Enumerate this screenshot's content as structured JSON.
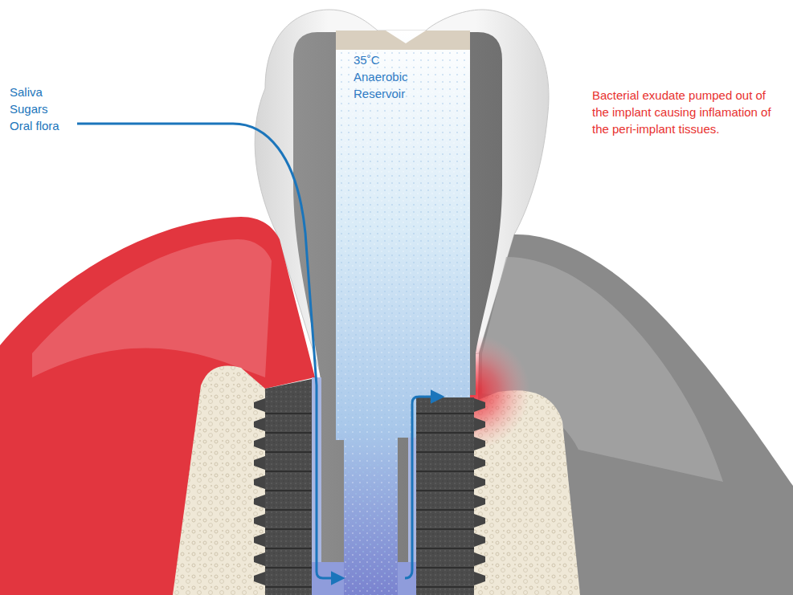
{
  "diagram": {
    "labels": [
      "35˚C Anaerobic Reservoir",
      "Saliva",
      "Sugars",
      "Oral flora",
      "Bacterial exudate pumped out of the implant causing inflamation of the peri-implant tissues."
    ]
  }
}
